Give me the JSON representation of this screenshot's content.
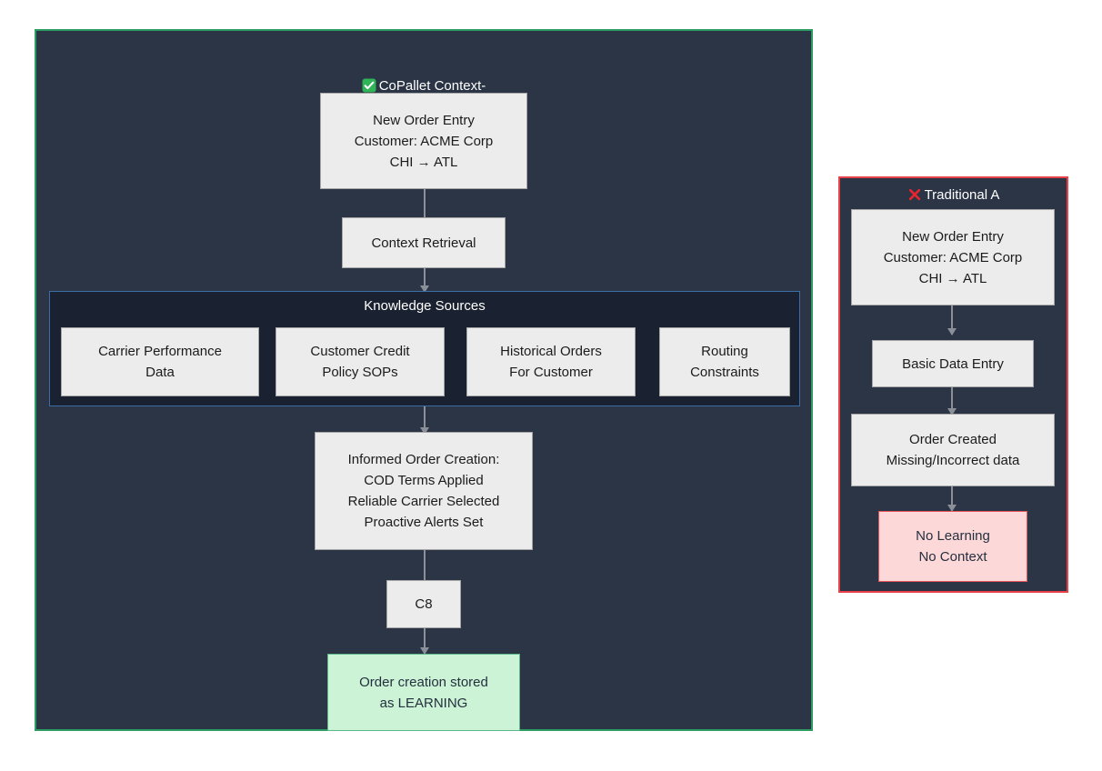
{
  "diagram": {
    "type": "flowchart",
    "background": "#ffffff",
    "panel_background": "#2b3546",
    "subgraph_background": "#1a2130"
  },
  "panels": [
    {
      "id": "copallet",
      "title": "CoPallet Context-\nAware AI",
      "icon": "white-check-mark-icon",
      "border_color": "#2d9c63"
    },
    {
      "id": "traditional",
      "title": "Traditional A",
      "icon": "cross-mark-icon",
      "border_color": "#e8414a"
    }
  ],
  "subgraphs": [
    {
      "id": "knowledge-sources",
      "title": "Knowledge Sources",
      "border_color": "#3a6ea5"
    }
  ],
  "nodes": {
    "new_order_entry_ai": "New Order Entry\nCustomer: ACME Corp\nCHI → ATL",
    "context_retrieval": "Context Retrieval",
    "carrier_performance": "Carrier Performance\nData",
    "customer_credit": "Customer Credit\nPolicy SOPs",
    "historical_orders": "Historical Orders\nFor Customer",
    "routing_constraints": "Routing\nConstraints",
    "informed_order_creation": "Informed Order Creation:\nCOD Terms Applied\nReliable Carrier Selected\nProactive Alerts Set",
    "c8": "C8",
    "order_stored_learning": "Order creation stored\nas LEARNING",
    "new_order_entry_trad": "New Order Entry\nCustomer: ACME Corp\nCHI → ATL",
    "basic_data_entry": "Basic Data Entry",
    "order_created_missing": "Order Created\nMissing/Incorrect data",
    "no_learning_no_context": "No Learning\nNo Context"
  },
  "colors": {
    "node_fill": "#ececec",
    "node_border": "#a6a6a6",
    "success_fill": "#ccf3d6",
    "success_border": "#5bb88a",
    "error_fill": "#fdd8d8",
    "error_border": "#e8565c",
    "arrow": "#8a8f98",
    "text": "#1b1b1b",
    "title_text": "#ffffff"
  }
}
